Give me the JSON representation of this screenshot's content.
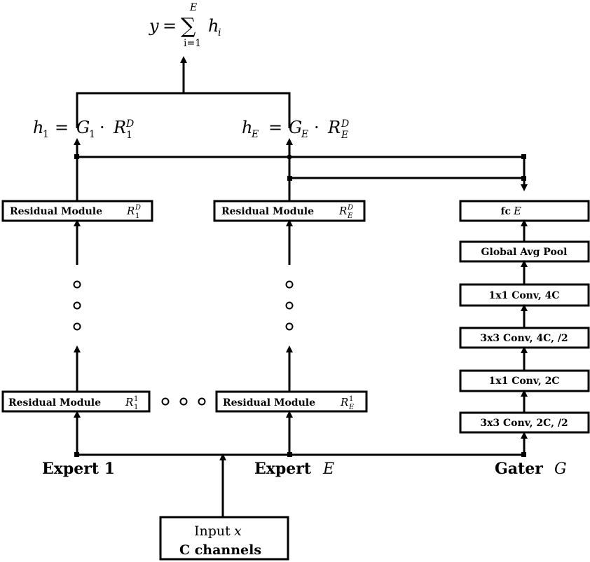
{
  "output": {
    "lhs": "y",
    "eq": "=",
    "sum_symbol": "∑",
    "sum_upper": "E",
    "sum_lower": "i=1",
    "term": "h",
    "term_sub": "i"
  },
  "expert1": {
    "label": "Expert 1",
    "h_eq": {
      "h": "h",
      "h_sub": "1",
      "eq": "=",
      "g": "G",
      "g_sub": "1",
      "dot": "·",
      "r": "R",
      "r_sup": "D",
      "r_sub": "1"
    },
    "top_module": {
      "label": "Residual Module",
      "r": "R",
      "sup": "D",
      "sub": "1"
    },
    "bottom_module": {
      "label": "Residual Module",
      "r": "R",
      "sup": "1",
      "sub": "1"
    }
  },
  "expertE": {
    "label": "Expert",
    "label_var": "E",
    "h_eq": {
      "h": "h",
      "h_sub": "E",
      "eq": "=",
      "g": "G",
      "g_sub": "E",
      "dot": "·",
      "r": "R",
      "r_sup": "D",
      "r_sub": "E"
    },
    "top_module": {
      "label": "Residual Module",
      "r": "R",
      "sup": "D",
      "sub": "E"
    },
    "bottom_module": {
      "label": "Residual Module",
      "r": "R",
      "sup": "1",
      "sub": "E"
    }
  },
  "gater": {
    "label": "Gater",
    "label_var": "G",
    "layers": [
      "fc",
      "Global Avg Pool",
      "1x1 Conv, 4C",
      "3x3 Conv, 4C, /2",
      "1x1 Conv, 2C",
      "3x3 Conv, 2C, /2"
    ],
    "fc_var": "E"
  },
  "input": {
    "line1": "Input",
    "line1_var": "x",
    "line2": "C channels"
  }
}
